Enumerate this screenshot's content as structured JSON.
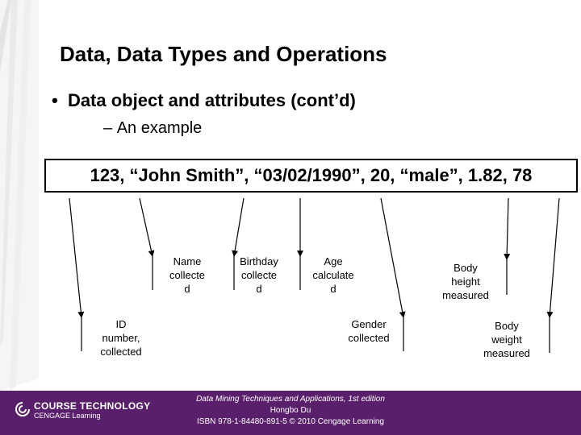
{
  "slide": {
    "title": "Data, Data Types and Operations",
    "bullet": "Data object and attributes (cont’d)",
    "sub_bullet": "An example",
    "record": "123, “John Smith”, “03/02/1990”, 20, “male”, 1.82, 78"
  },
  "annotations": {
    "name": [
      "Name",
      "collecte",
      "d"
    ],
    "birthday": [
      "Birthday",
      "collecte",
      "d"
    ],
    "age": [
      "Age",
      "calculate",
      "d"
    ],
    "height": [
      "Body",
      "height",
      "measured"
    ],
    "id": [
      "ID",
      "number,",
      "collected"
    ],
    "gender": [
      "Gender",
      "collected"
    ],
    "weight": [
      "Body",
      "weight",
      "measured"
    ]
  },
  "footer": {
    "logo_line1": "COURSE TECHNOLOGY",
    "logo_line2": "CENGAGE Learning",
    "book_title": "Data Mining Techniques and Applications, 1st edition",
    "author": "Hongbo Du",
    "isbn": "ISBN 978-1-84480-891-5 © 2010 Cengage Learning"
  },
  "colors": {
    "footer_bg": "#5a1f6b",
    "arrow_color": "#000000"
  }
}
